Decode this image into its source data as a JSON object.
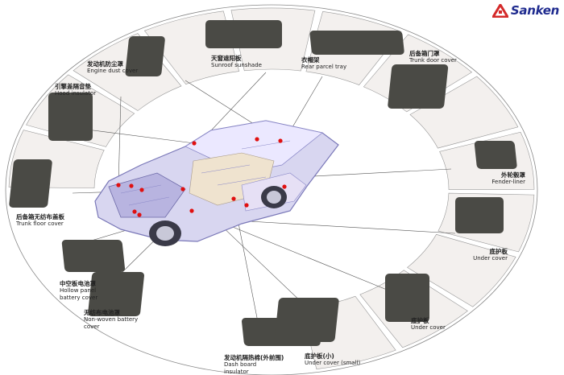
{
  "brand": {
    "name": "Sanken",
    "logo_color": "#d42a2a",
    "text_color": "#1f2b8f"
  },
  "colors": {
    "marker": "#e01010",
    "part": "#4a4a45",
    "panel": "#f3f0ee"
  },
  "parts": [
    {
      "cn": "发动机防尘罩",
      "en": "Engine dust cover"
    },
    {
      "cn": "天窗遮阳板",
      "en": "Sunroof sunshade"
    },
    {
      "cn": "衣帽架",
      "en": "Rear parcel tray"
    },
    {
      "cn": "后备箱门罩",
      "en": "Trunk door cover"
    },
    {
      "cn": "引擎盖隔音垫",
      "en": "Hood insulator"
    },
    {
      "cn": "外轮毂罩",
      "en": "Fender-liner"
    },
    {
      "cn": "后备箱无纺布盖板",
      "en": "Trunk floor cover"
    },
    {
      "cn": "底护板",
      "en": "Under cover"
    },
    {
      "cn": "中空板电池罩",
      "en": "Hollow panel battery cover"
    },
    {
      "cn": "无纺布电池罩",
      "en": "Non-woven battery cover"
    },
    {
      "cn": "底护板",
      "en": "Under cover"
    },
    {
      "cn": "发动机隔热棉(外前围)",
      "en": "Dash board insulator"
    },
    {
      "cn": "底护板(小)",
      "en": "Under cover (small)"
    }
  ]
}
